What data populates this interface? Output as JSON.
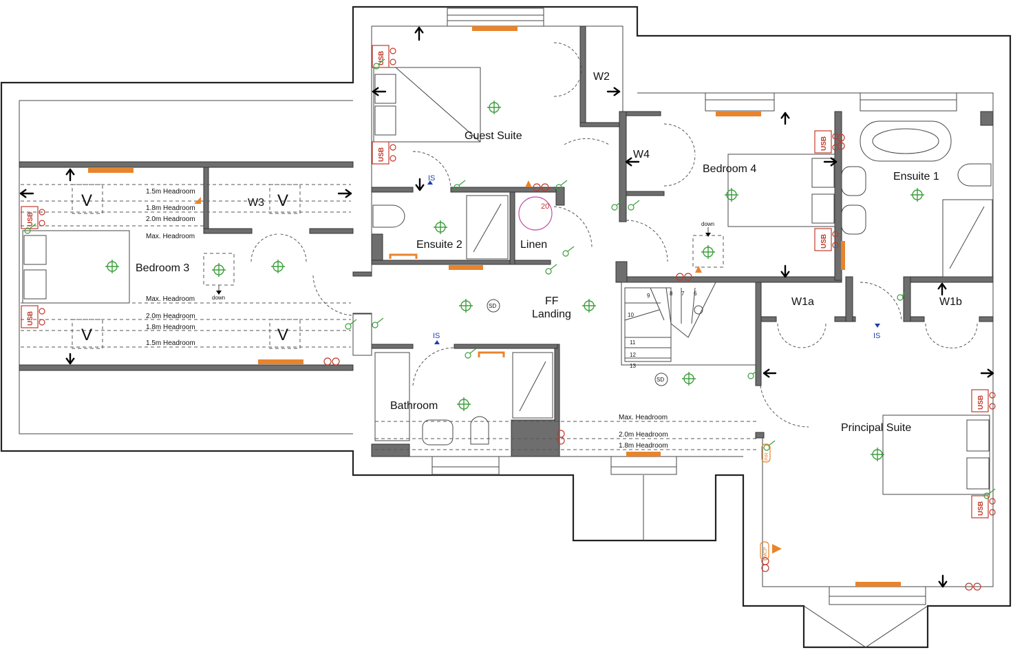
{
  "rooms": {
    "guest_suite": "Guest Suite",
    "w2": "W2",
    "w4": "W4",
    "bedroom4": "Bedroom 4",
    "ensuite1": "Ensuite 1",
    "bedroom3": "Bedroom 3",
    "w3": "W3",
    "ensuite2": "Ensuite 2",
    "linen": "Linen",
    "ff_landing": "FF\nLanding",
    "w1a": "W1a",
    "w1b": "W1b",
    "bathroom": "Bathroom",
    "principal_suite": "Principal Suite"
  },
  "headroom": {
    "h15": "1.5m Headroom",
    "h18": "1.8m Headroom",
    "h20": "2.0m Headroom",
    "max": "Max. Headroom"
  },
  "symbols": {
    "v": "V",
    "usb": "USB",
    "is": "IS",
    "sd": "SD",
    "down": "down",
    "pir": "PIR",
    "mcp": "MCP",
    "twenty": "20"
  },
  "stairs": {
    "steps": [
      "6",
      "7",
      "8",
      "9",
      "10",
      "11",
      "12",
      "13"
    ]
  },
  "colors": {
    "wall": "#222222",
    "radiator": "#e8842b",
    "light": "#3a9d3a",
    "socket": "#c0392b",
    "sensor": "#1a3fb0"
  }
}
